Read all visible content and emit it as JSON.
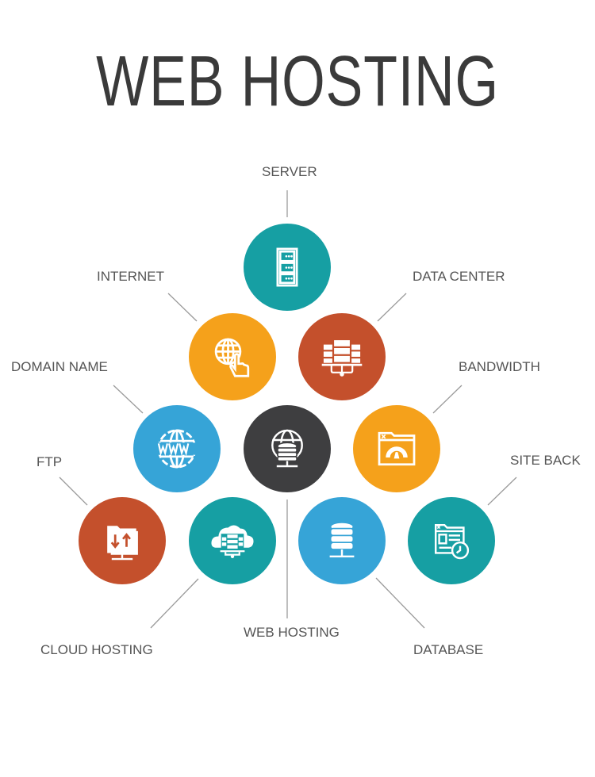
{
  "title": "WEB HOSTING",
  "nodes": {
    "server": {
      "label": "SERVER",
      "color": "#169fa3",
      "icon": "server-rack-icon"
    },
    "internet": {
      "label": "INTERNET",
      "color": "#f5a11b",
      "icon": "globe-hand-icon"
    },
    "data_center": {
      "label": "DATA CENTER",
      "color": "#c4502c",
      "icon": "data-center-icon"
    },
    "domain_name": {
      "label": "DOMAIN NAME",
      "color": "#36a4d7",
      "icon": "www-globe-icon"
    },
    "web_hosting": {
      "label": "WEB HOSTING",
      "color": "#3e3e40",
      "icon": "globe-database-icon"
    },
    "bandwidth": {
      "label": "BANDWIDTH",
      "color": "#f5a11b",
      "icon": "browser-gauge-icon"
    },
    "ftp": {
      "label": "FTP",
      "color": "#c4502c",
      "icon": "folder-transfer-icon"
    },
    "cloud_hosting": {
      "label": "CLOUD HOSTING",
      "color": "#169fa3",
      "icon": "cloud-server-icon"
    },
    "database": {
      "label": "DATABASE",
      "color": "#36a4d7",
      "icon": "database-icon"
    },
    "site_back": {
      "label": "SITE BACK",
      "color": "#169fa3",
      "icon": "browser-clock-icon"
    }
  }
}
